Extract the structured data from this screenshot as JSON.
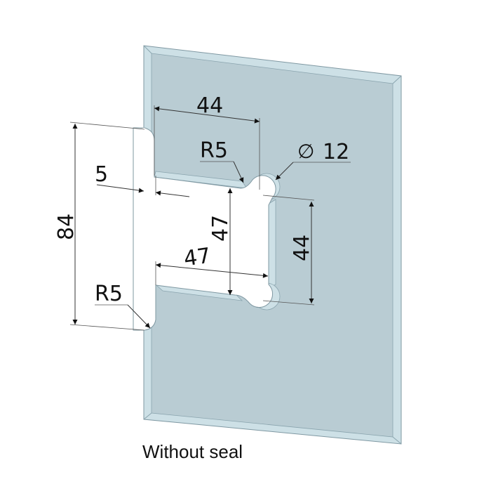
{
  "colors": {
    "face": "#b9ccd3",
    "edge": "#cde0e6",
    "outline": "#7f98a2",
    "background": "#ffffff"
  },
  "dimensions": {
    "top_width": "44",
    "overall_height": "84",
    "offset": "5",
    "slot_height": "47",
    "slot_depth": "47",
    "right_height": "44",
    "radius_top": "R5",
    "radius_bottom": "R5",
    "hole_diameter_symbol": "∅",
    "hole_diameter": "12"
  },
  "caption": "Without seal"
}
